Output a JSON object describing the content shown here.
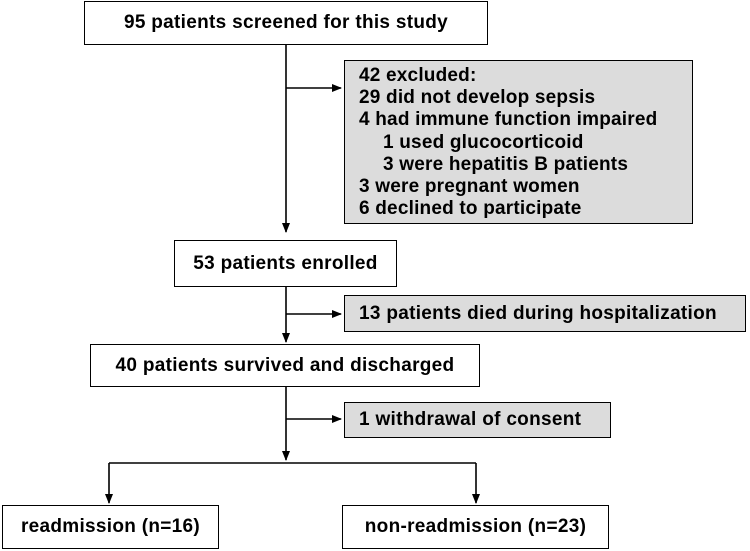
{
  "diagram": {
    "screened": "95 patients screened for this study",
    "excluded": {
      "title": "42 excluded:",
      "reasons": [
        "29 did not develop sepsis",
        "4 had immune function impaired",
        "1 used glucocorticoid",
        "3 were hepatitis B patients",
        "3 were pregnant women",
        "6 declined to participate"
      ]
    },
    "enrolled": "53 patients enrolled",
    "died": "13 patients died during hospitalization",
    "survived": "40 patients survived and discharged",
    "withdrawal": "1 withdrawal of consent",
    "readmission": "readmission (n=16)",
    "non_readmission": "non-readmission (n=23)"
  },
  "colors": {
    "line": "#000000",
    "box_fill": "#ffffff",
    "exclusion_fill": "#dcdcdc"
  }
}
